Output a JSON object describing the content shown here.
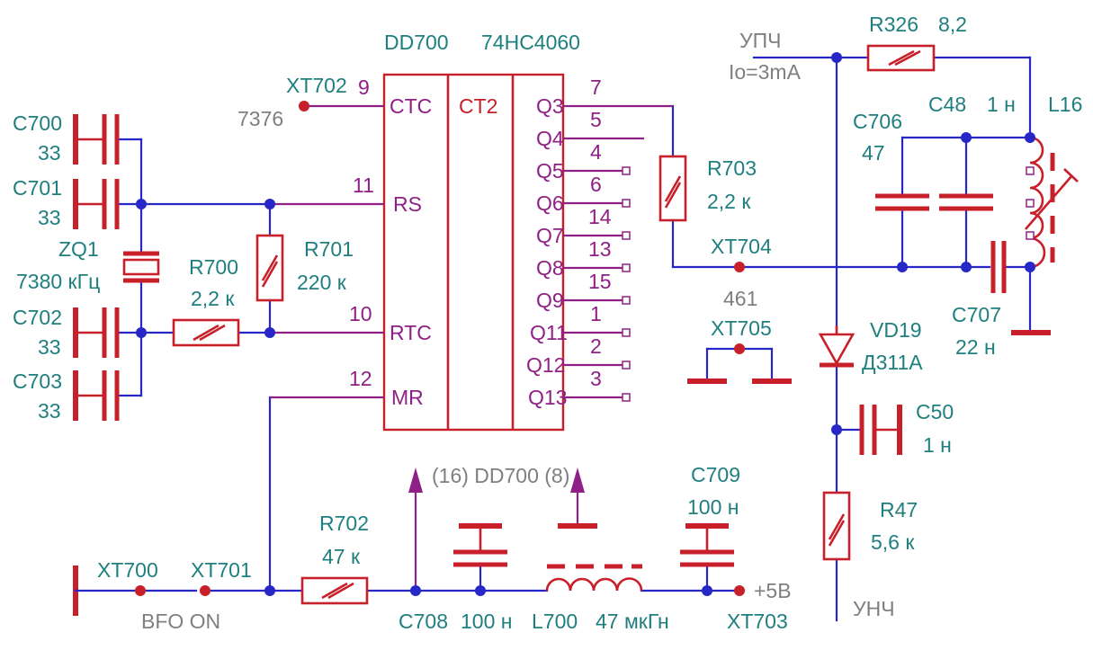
{
  "chip": {
    "ref": "DD700",
    "part": "74HC4060",
    "func": "CT2",
    "inputs": [
      {
        "pin": "9",
        "name": "CTC"
      },
      {
        "pin": "11",
        "name": "RS"
      },
      {
        "pin": "10",
        "name": "RTC"
      },
      {
        "pin": "12",
        "name": "MR"
      }
    ],
    "outputs": [
      {
        "pin": "7",
        "name": "Q3"
      },
      {
        "pin": "5",
        "name": "Q4"
      },
      {
        "pin": "4",
        "name": "Q5"
      },
      {
        "pin": "6",
        "name": "Q6"
      },
      {
        "pin": "14",
        "name": "Q7"
      },
      {
        "pin": "13",
        "name": "Q8"
      },
      {
        "pin": "15",
        "name": "Q9"
      },
      {
        "pin": "1",
        "name": "Q11"
      },
      {
        "pin": "2",
        "name": "Q12"
      },
      {
        "pin": "3",
        "name": "Q13"
      }
    ]
  },
  "components": {
    "c700": {
      "ref": "C700",
      "value": "33"
    },
    "c701": {
      "ref": "C701",
      "value": "33"
    },
    "zq1": {
      "ref": "ZQ1",
      "value": "7380 кГц"
    },
    "c702": {
      "ref": "C702",
      "value": "33"
    },
    "c703": {
      "ref": "C703",
      "value": "33"
    },
    "r700": {
      "ref": "R700",
      "value": "2,2 к"
    },
    "r701": {
      "ref": "R701",
      "value": "220 к"
    },
    "r702": {
      "ref": "R702",
      "value": "47 к"
    },
    "r703": {
      "ref": "R703",
      "value": "2,2 к"
    },
    "r326": {
      "ref": "R326",
      "value": "8,2"
    },
    "r47": {
      "ref": "R47",
      "value": "5,6 к"
    },
    "c706": {
      "ref": "C706",
      "value": "47"
    },
    "c48": {
      "ref": "C48",
      "value": "1 н"
    },
    "l16": {
      "ref": "L16"
    },
    "c707": {
      "ref": "C707",
      "value": "22 н"
    },
    "vd19": {
      "ref": "VD19",
      "value": "Д311А"
    },
    "c50": {
      "ref": "C50",
      "value": "1 н"
    },
    "c708": {
      "ref": "C708",
      "value": "100 н"
    },
    "l700": {
      "ref": "L700",
      "value": "47 мкГн"
    },
    "c709": {
      "ref": "C709",
      "value": "100 н"
    }
  },
  "connectors": {
    "xt700": "XT700",
    "xt701": "XT701",
    "xt702": "XT702",
    "xt703": "XT703",
    "xt704": "XT704",
    "xt705": "XT705"
  },
  "notes": {
    "xt702_freq": "7376",
    "xt705_freq": "461",
    "bfo": "BFO ON",
    "power_pins": "(16) DD700 (8)",
    "plus5v": "+5В",
    "upch": "УПЧ",
    "io": "Io=3mA",
    "unch": "УНЧ"
  }
}
